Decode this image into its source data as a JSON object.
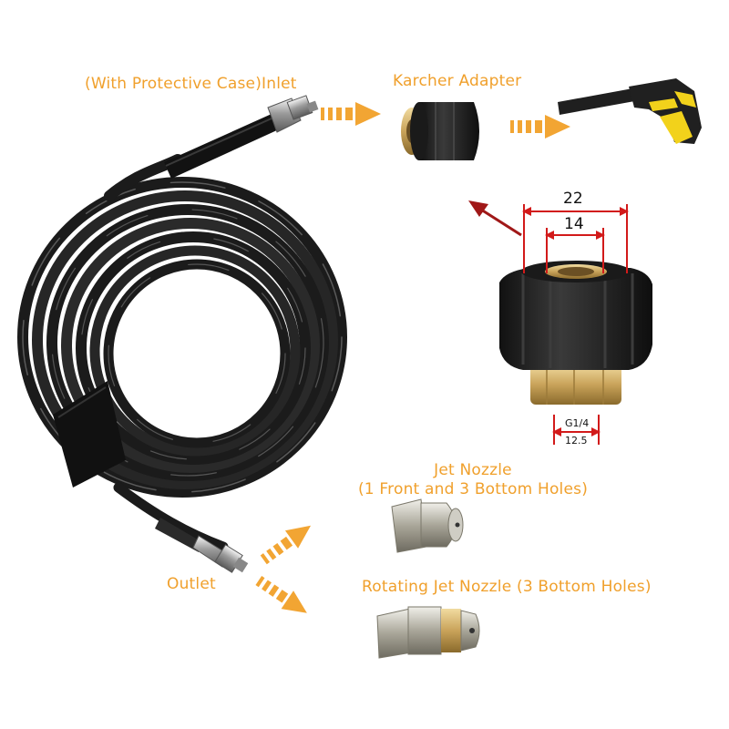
{
  "labels": {
    "inlet": "(With Protective Case)Inlet",
    "karcher_adapter": "Karcher Adapter",
    "jet_nozzle_title": "Jet Nozzle",
    "jet_nozzle_sub": "(1 Front and 3 Bottom Holes)",
    "outlet": "Outlet",
    "rotating_nozzle": "Rotating Jet Nozzle (3 Bottom Holes)"
  },
  "dimensions": {
    "outer": "22",
    "inner": "14",
    "thread": "G1/4",
    "thread_width": "12.5"
  },
  "colors": {
    "label": "#f0a02c",
    "arrow_orange": "#f2a533",
    "arrow_red": "#a01818",
    "dimension_line": "#d21a1a",
    "hose": "#1b1b1b",
    "brass": "#c9a35a",
    "trigger_yellow": "#f2d21b"
  }
}
